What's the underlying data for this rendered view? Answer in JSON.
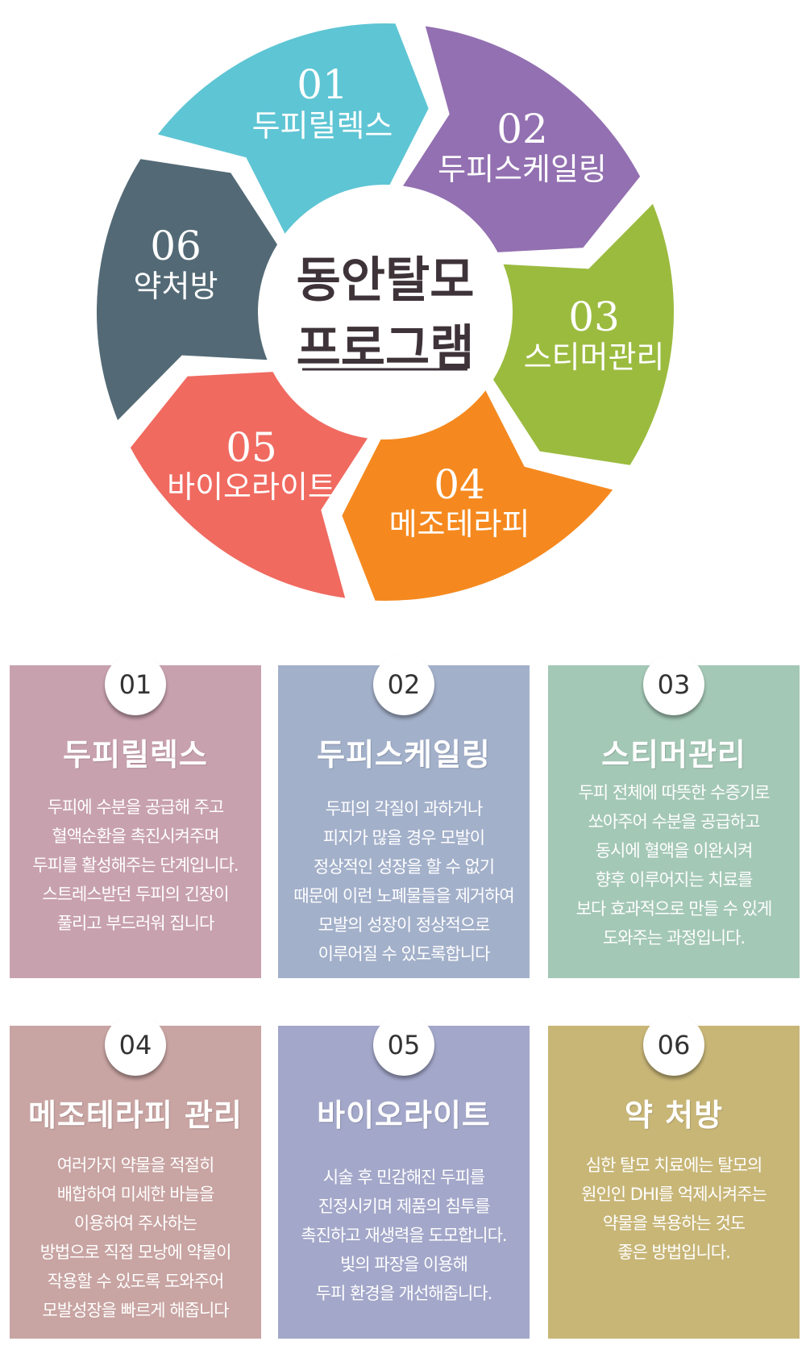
{
  "wheel": {
    "center_title": [
      "동안탈모",
      "프로그램"
    ],
    "segments": [
      {
        "num": "01",
        "label": "두피릴렉스",
        "color": "#5ec5d4"
      },
      {
        "num": "02",
        "label": "두피스케일링",
        "color": "#9370b1"
      },
      {
        "num": "03",
        "label": "스티머관리",
        "color": "#9bbb3f"
      },
      {
        "num": "04",
        "label": "메조테라피",
        "color": "#f5891f"
      },
      {
        "num": "05",
        "label": "바이오라이트",
        "color": "#f06a60"
      },
      {
        "num": "06",
        "label": "약처방",
        "color": "#536a76"
      }
    ]
  },
  "cards": [
    {
      "num": "01",
      "title": "두피릴렉스",
      "color": "#c8a1ae",
      "lines": [
        "두피에 수분을 공급해 주고",
        "혈액순환을 촉진시켜주며",
        "두피를 활성해주는 단계입니다.",
        "스트레스받던 두피의 긴장이",
        "풀리고 부드러워 집니다"
      ]
    },
    {
      "num": "02",
      "title": "두피스케일링",
      "color": "#a3b0ca",
      "lines": [
        "두피의 각질이 과하거나",
        "피지가 많을 경우 모발이",
        "정상적인 성장을 할 수 없기",
        "때문에 이런 노폐물들을 제거하여",
        "모발의 성장이 정상적으로",
        "이루어질 수 있도록합니다"
      ]
    },
    {
      "num": "03",
      "title": "스티머관리",
      "color": "#a4c8b6",
      "lines": [
        "두피 전체에 따뜻한 수증기로",
        "쏘아주어 수분을 공급하고",
        "동시에 혈액을 이완시켜",
        "향후 이루어지는 치료를",
        "보다 효과적으로 만들 수 있게",
        "도와주는 과정입니다."
      ]
    },
    {
      "num": "04",
      "title": "메조테라피 관리",
      "color": "#c8a4a2",
      "lines": [
        "여러가지 약물을 적절히",
        "배합하여 미세한 바늘을",
        "이용하여 주사하는",
        "방법으로 직접 모낭에 약물이",
        "작용할 수 있도록 도와주어",
        "모발성장을 빠르게 해줍니다"
      ]
    },
    {
      "num": "05",
      "title": "바이오라이트",
      "color": "#a3a7c9",
      "lines": [
        "시술 후 민감해진 두피를",
        "진정시키며 제품의 침투를",
        "촉진하고 재생력을 도모합니다.",
        "빛의 파장을 이용해",
        "두피 환경을 개선해줍니다."
      ]
    },
    {
      "num": "06",
      "title": "약 처방",
      "color": "#c8b677",
      "lines": [
        "심한 탈모 치료에는 탈모의",
        "원인인 DHI를 억제시켜주는",
        "약물을 복용하는 것도",
        "좋은 방법입니다."
      ]
    }
  ]
}
